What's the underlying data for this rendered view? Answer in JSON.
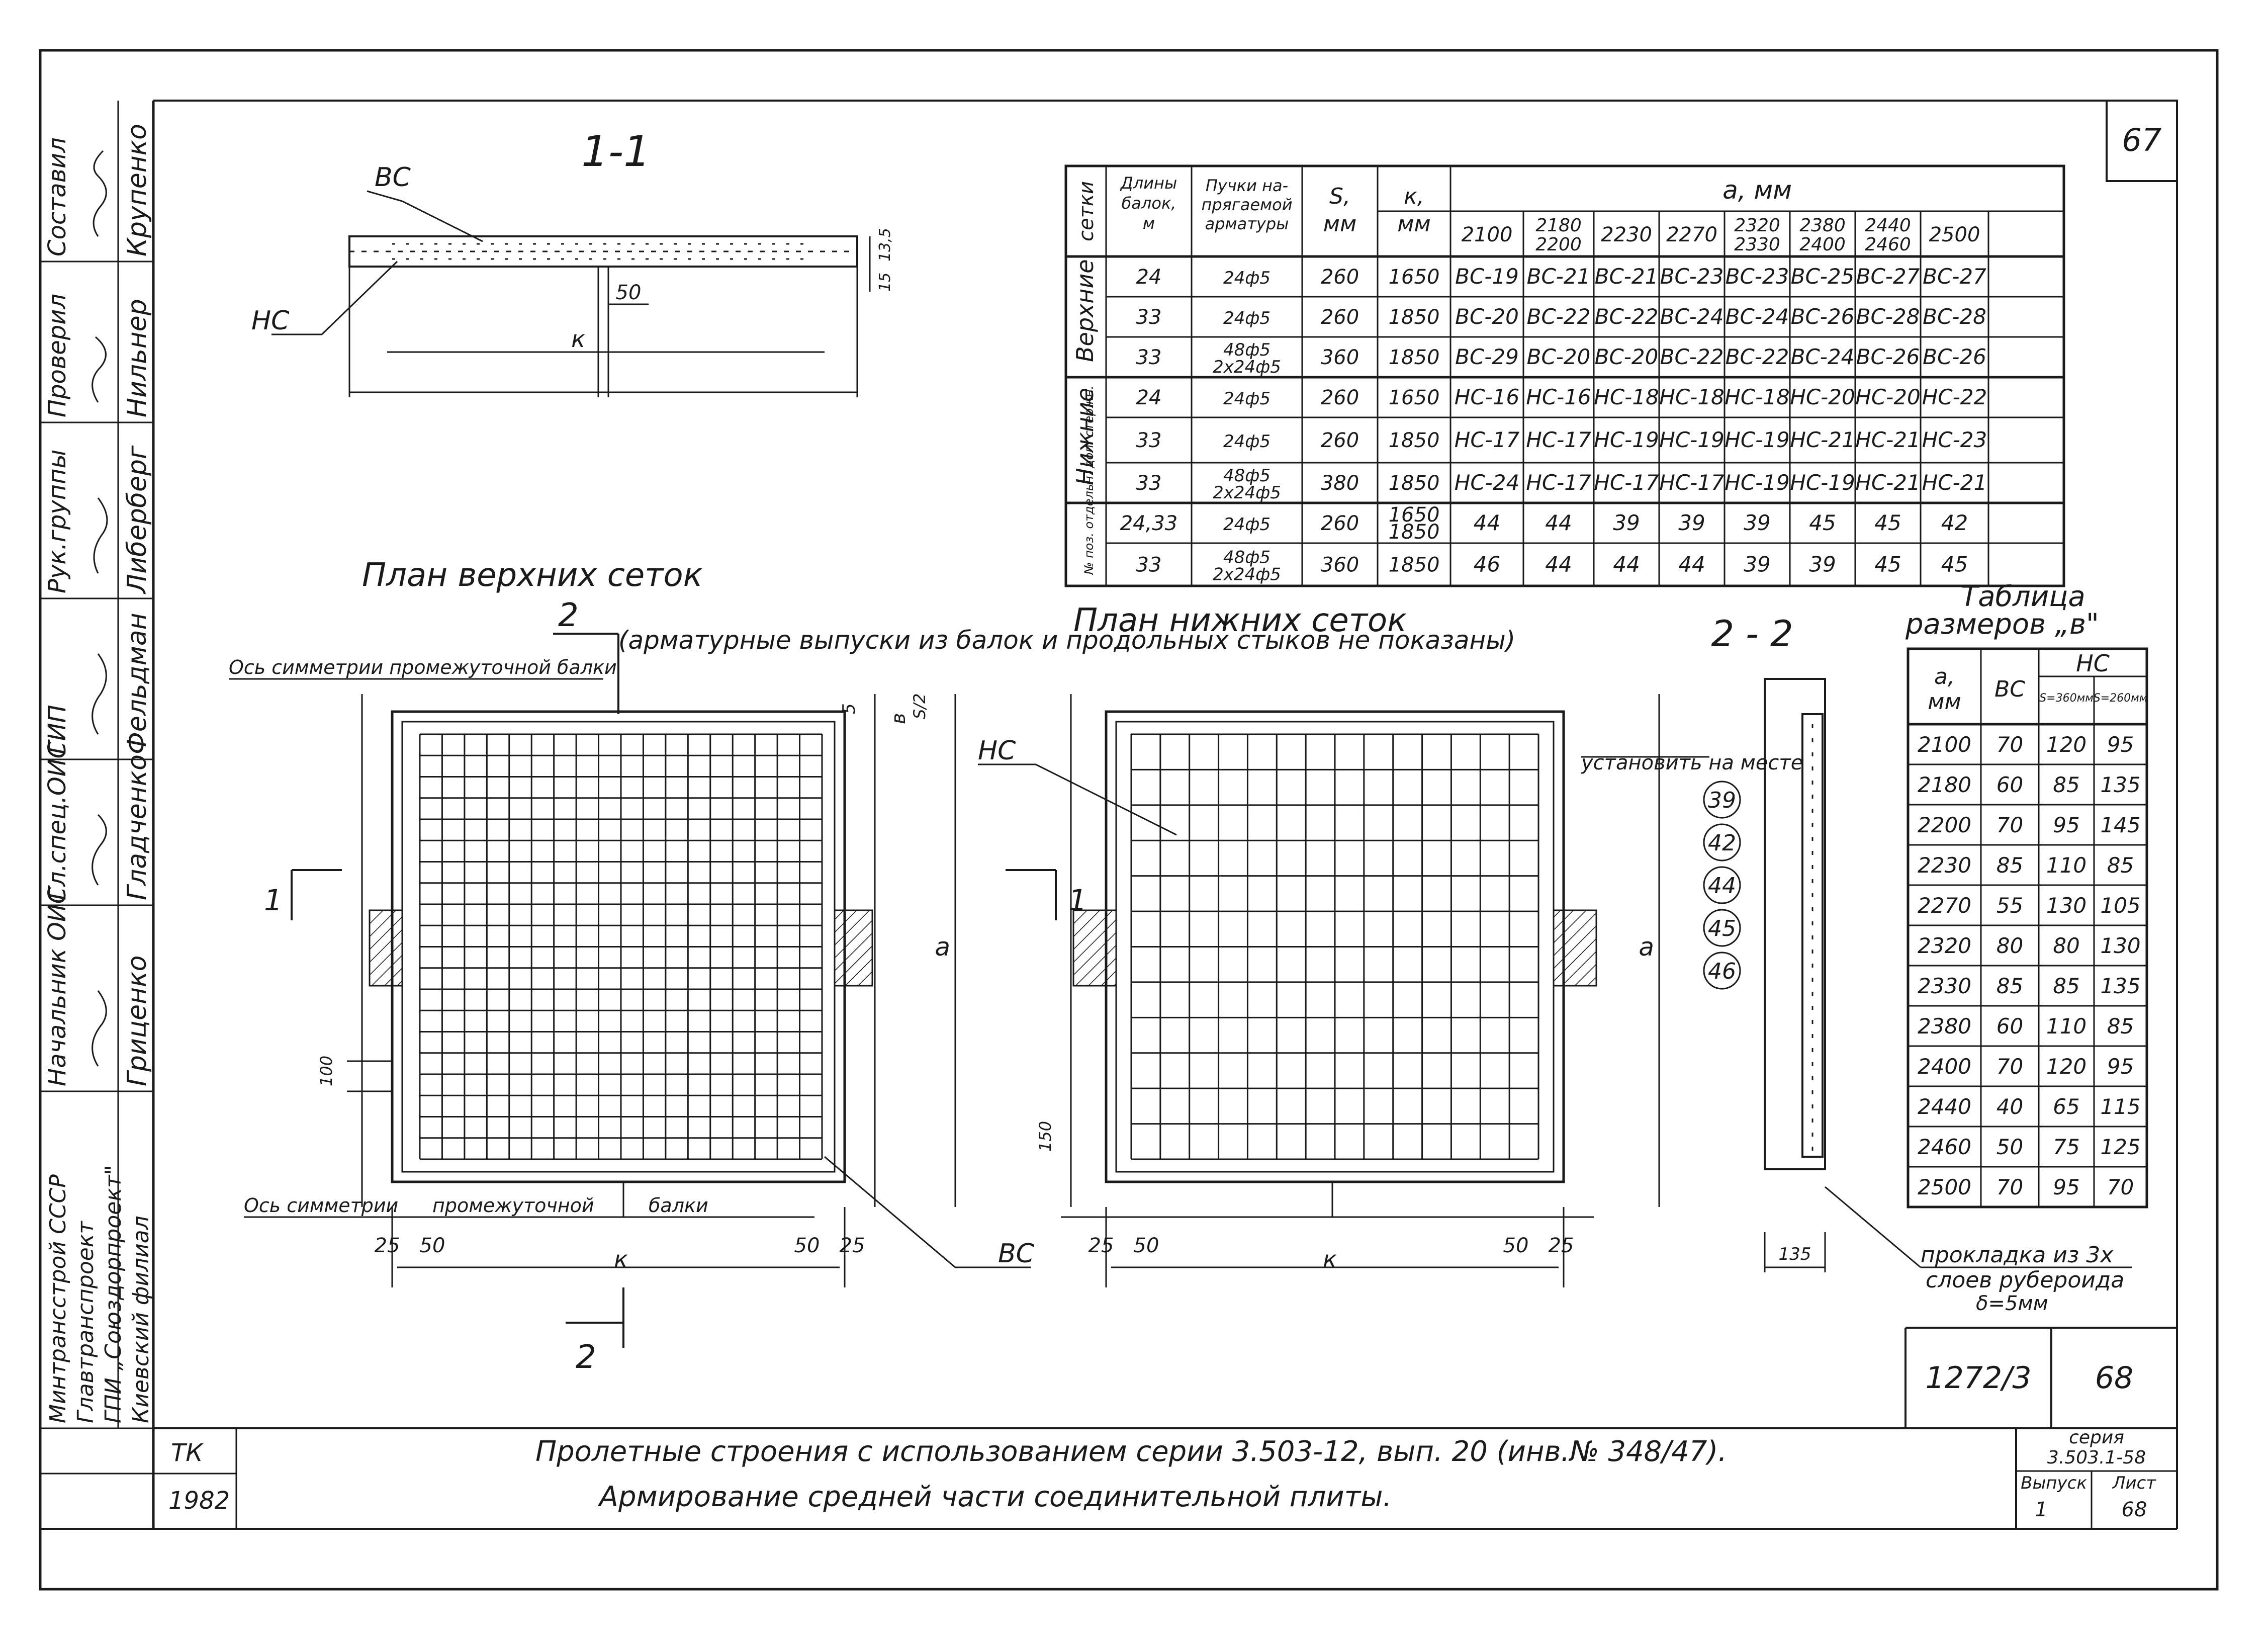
{
  "page_number_top": "67",
  "stamp": {
    "roles": [
      "Составил",
      "Проверил",
      "Рук.группы",
      "ГИП",
      "Гл.спец.ОИС",
      "Начальник ОИС"
    ],
    "names": [
      "Крупенко",
      "Нильнер",
      "Либерберг",
      "Фельдман",
      "Гладченко",
      "Гриценко"
    ],
    "org": [
      "Минтрансстрой СССР",
      "Главтранспроект",
      "ГПИ „Союздорпроект\"",
      "Киевский филиал"
    ],
    "tk_label": "ТК",
    "year": "1982"
  },
  "section_1_1": {
    "title": "1-1",
    "bc_label": "ВС",
    "hc_label": "НС",
    "k_label": "к",
    "dim_50": "50",
    "dim_135": "13,5",
    "dim_15": "15"
  },
  "plan_upper": {
    "title": "План верхних сеток",
    "note": "(арматурные выпуски из балок и продольных стыков не показаны)",
    "axis_top": "Ось симметрии промежуточной балки",
    "axis_bottom_parts": [
      "Ось симметрии",
      "промежуточной",
      "балки"
    ],
    "cut_1": "1",
    "cut_2": "2",
    "dim_a": "a",
    "dim_100": "100",
    "dim_s": "5",
    "dim_b": "в",
    "dim_s2": "S/2",
    "bottom_dims": [
      "25",
      "50",
      "к",
      "50",
      "25"
    ],
    "bc_label": "ВС"
  },
  "plan_lower": {
    "title": "План нижних сеток",
    "hc_label": "НС",
    "note_install": "установить на месте",
    "circles": [
      "39",
      "42",
      "44",
      "45",
      "46"
    ],
    "cut_1": "1",
    "dim_a": "a",
    "dim_150": "150",
    "bottom_dims": [
      "25",
      "50",
      "к",
      "50",
      "25"
    ]
  },
  "section_2_2": {
    "title": "2 - 2",
    "dim": "135",
    "note_1": "прокладка из 3х",
    "note_2": "слоев рубероида",
    "note_3": "δ=5мм"
  },
  "main_table": {
    "header_setki": "сетки",
    "header_len": "Длины балок, м",
    "header_bundles": "Пучки напрягаемой арматуры",
    "header_s": "S, мм",
    "header_k": "к, мм",
    "header_a": "a, мм",
    "a_cols": [
      "2100",
      "2180 2200",
      "2230",
      "2270",
      "2320 2330",
      "2380 2400",
      "2440 2460",
      "2500"
    ],
    "groups": [
      {
        "label": "Верхние",
        "rows": [
          [
            "24",
            "24ф5",
            "260",
            "1650",
            "ВС-19",
            "ВС-21",
            "ВС-21",
            "ВС-23",
            "ВС-23",
            "ВС-25",
            "ВС-27",
            "ВС-27"
          ],
          [
            "33",
            "24ф5",
            "260",
            "1850",
            "ВС-20",
            "ВС-22",
            "ВС-22",
            "ВС-24",
            "ВС-24",
            "ВС-26",
            "ВС-28",
            "ВС-28"
          ],
          [
            "33",
            "48ф5 2х24ф5",
            "360",
            "1850",
            "ВС-29",
            "ВС-20",
            "ВС-20",
            "ВС-22",
            "ВС-22",
            "ВС-24",
            "ВС-26",
            "ВС-26"
          ]
        ]
      },
      {
        "label": "Нижние",
        "rows": [
          [
            "24",
            "24ф5",
            "260",
            "1650",
            "НС-16",
            "НС-16",
            "НС-18",
            "НС-18",
            "НС-18",
            "НС-20",
            "НС-20",
            "НС-22"
          ],
          [
            "33",
            "24ф5",
            "260",
            "1850",
            "НС-17",
            "НС-17",
            "НС-19",
            "НС-19",
            "НС-19",
            "НС-21",
            "НС-21",
            "НС-23"
          ],
          [
            "33",
            "48ф5 2х24ф5",
            "380",
            "1850",
            "НС-24",
            "НС-17",
            "НС-17",
            "НС-17",
            "НС-19",
            "НС-19",
            "НС-21",
            "НС-21"
          ]
        ]
      },
      {
        "label": "№ поз. отдельн. доп. стержн.",
        "rows": [
          [
            "24,33",
            "24ф5",
            "260",
            "1650 1850",
            "44",
            "44",
            "39",
            "39",
            "39",
            "45",
            "45",
            "42"
          ],
          [
            "33",
            "48ф5 2х24ф5",
            "360",
            "1850",
            "46",
            "44",
            "44",
            "44",
            "39",
            "39",
            "45",
            "45"
          ]
        ]
      }
    ]
  },
  "b_table": {
    "title_1": "Таблица",
    "title_2": "размеров „в\"",
    "h_a": "a, мм",
    "h_bc": "ВС",
    "h_hc": "НС",
    "h_s1": "S=360мм",
    "h_s2": "S=260мм",
    "rows": [
      [
        "2100",
        "70",
        "120",
        "95"
      ],
      [
        "2180",
        "60",
        "85",
        "135"
      ],
      [
        "2200",
        "70",
        "95",
        "145"
      ],
      [
        "2230",
        "85",
        "110",
        "85"
      ],
      [
        "2270",
        "55",
        "130",
        "105"
      ],
      [
        "2320",
        "80",
        "80",
        "130"
      ],
      [
        "2330",
        "85",
        "85",
        "135"
      ],
      [
        "2380",
        "60",
        "110",
        "85"
      ],
      [
        "2400",
        "70",
        "120",
        "95"
      ],
      [
        "2440",
        "40",
        "65",
        "115"
      ],
      [
        "2460",
        "50",
        "75",
        "125"
      ],
      [
        "2500",
        "70",
        "95",
        "70"
      ]
    ]
  },
  "title_block": {
    "line1": "Пролетные строения с использованием серии 3.503-12, вып. 20 (инв.№ 348/47).",
    "line2": "Армирование средней части соединительной плиты.",
    "doc_no": "1272/3",
    "sheet_no": "68",
    "series_label": "серия",
    "series": "3.503.1-58",
    "vyp_label": "Выпуск",
    "vyp": "1",
    "list_label": "Лист",
    "list": "68"
  }
}
